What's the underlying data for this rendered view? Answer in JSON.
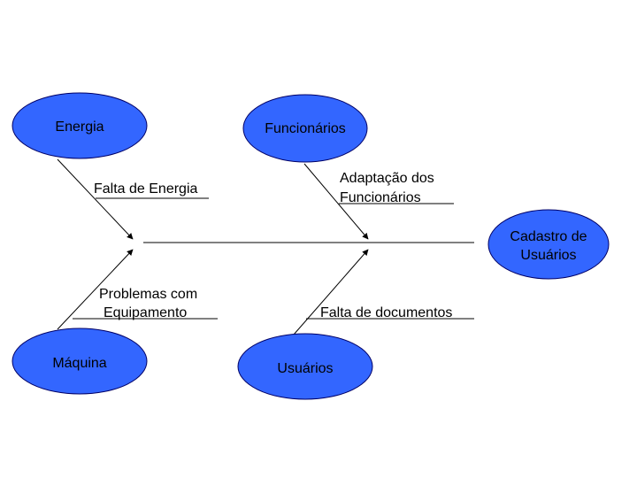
{
  "nodes": {
    "energia": {
      "label": "Energia"
    },
    "funcionarios": {
      "label": "Funcionários"
    },
    "maquina": {
      "label": "Máquina"
    },
    "usuarios": {
      "label": "Usuários"
    },
    "effect": {
      "line1": "Cadastro de",
      "line2": "Usuários"
    }
  },
  "causes": {
    "falta_energia": {
      "line1": "Falta de Energia"
    },
    "adaptacao": {
      "line1": "Adaptação dos",
      "line2": "Funcionários"
    },
    "problemas_equipamento": {
      "line1": "Problemas com",
      "line2": "Equipamento"
    },
    "falta_documentos": {
      "line1": "Falta de documentos"
    }
  },
  "colors": {
    "node_fill": "#3366ff",
    "node_stroke": "#000066",
    "line": "#000000"
  }
}
